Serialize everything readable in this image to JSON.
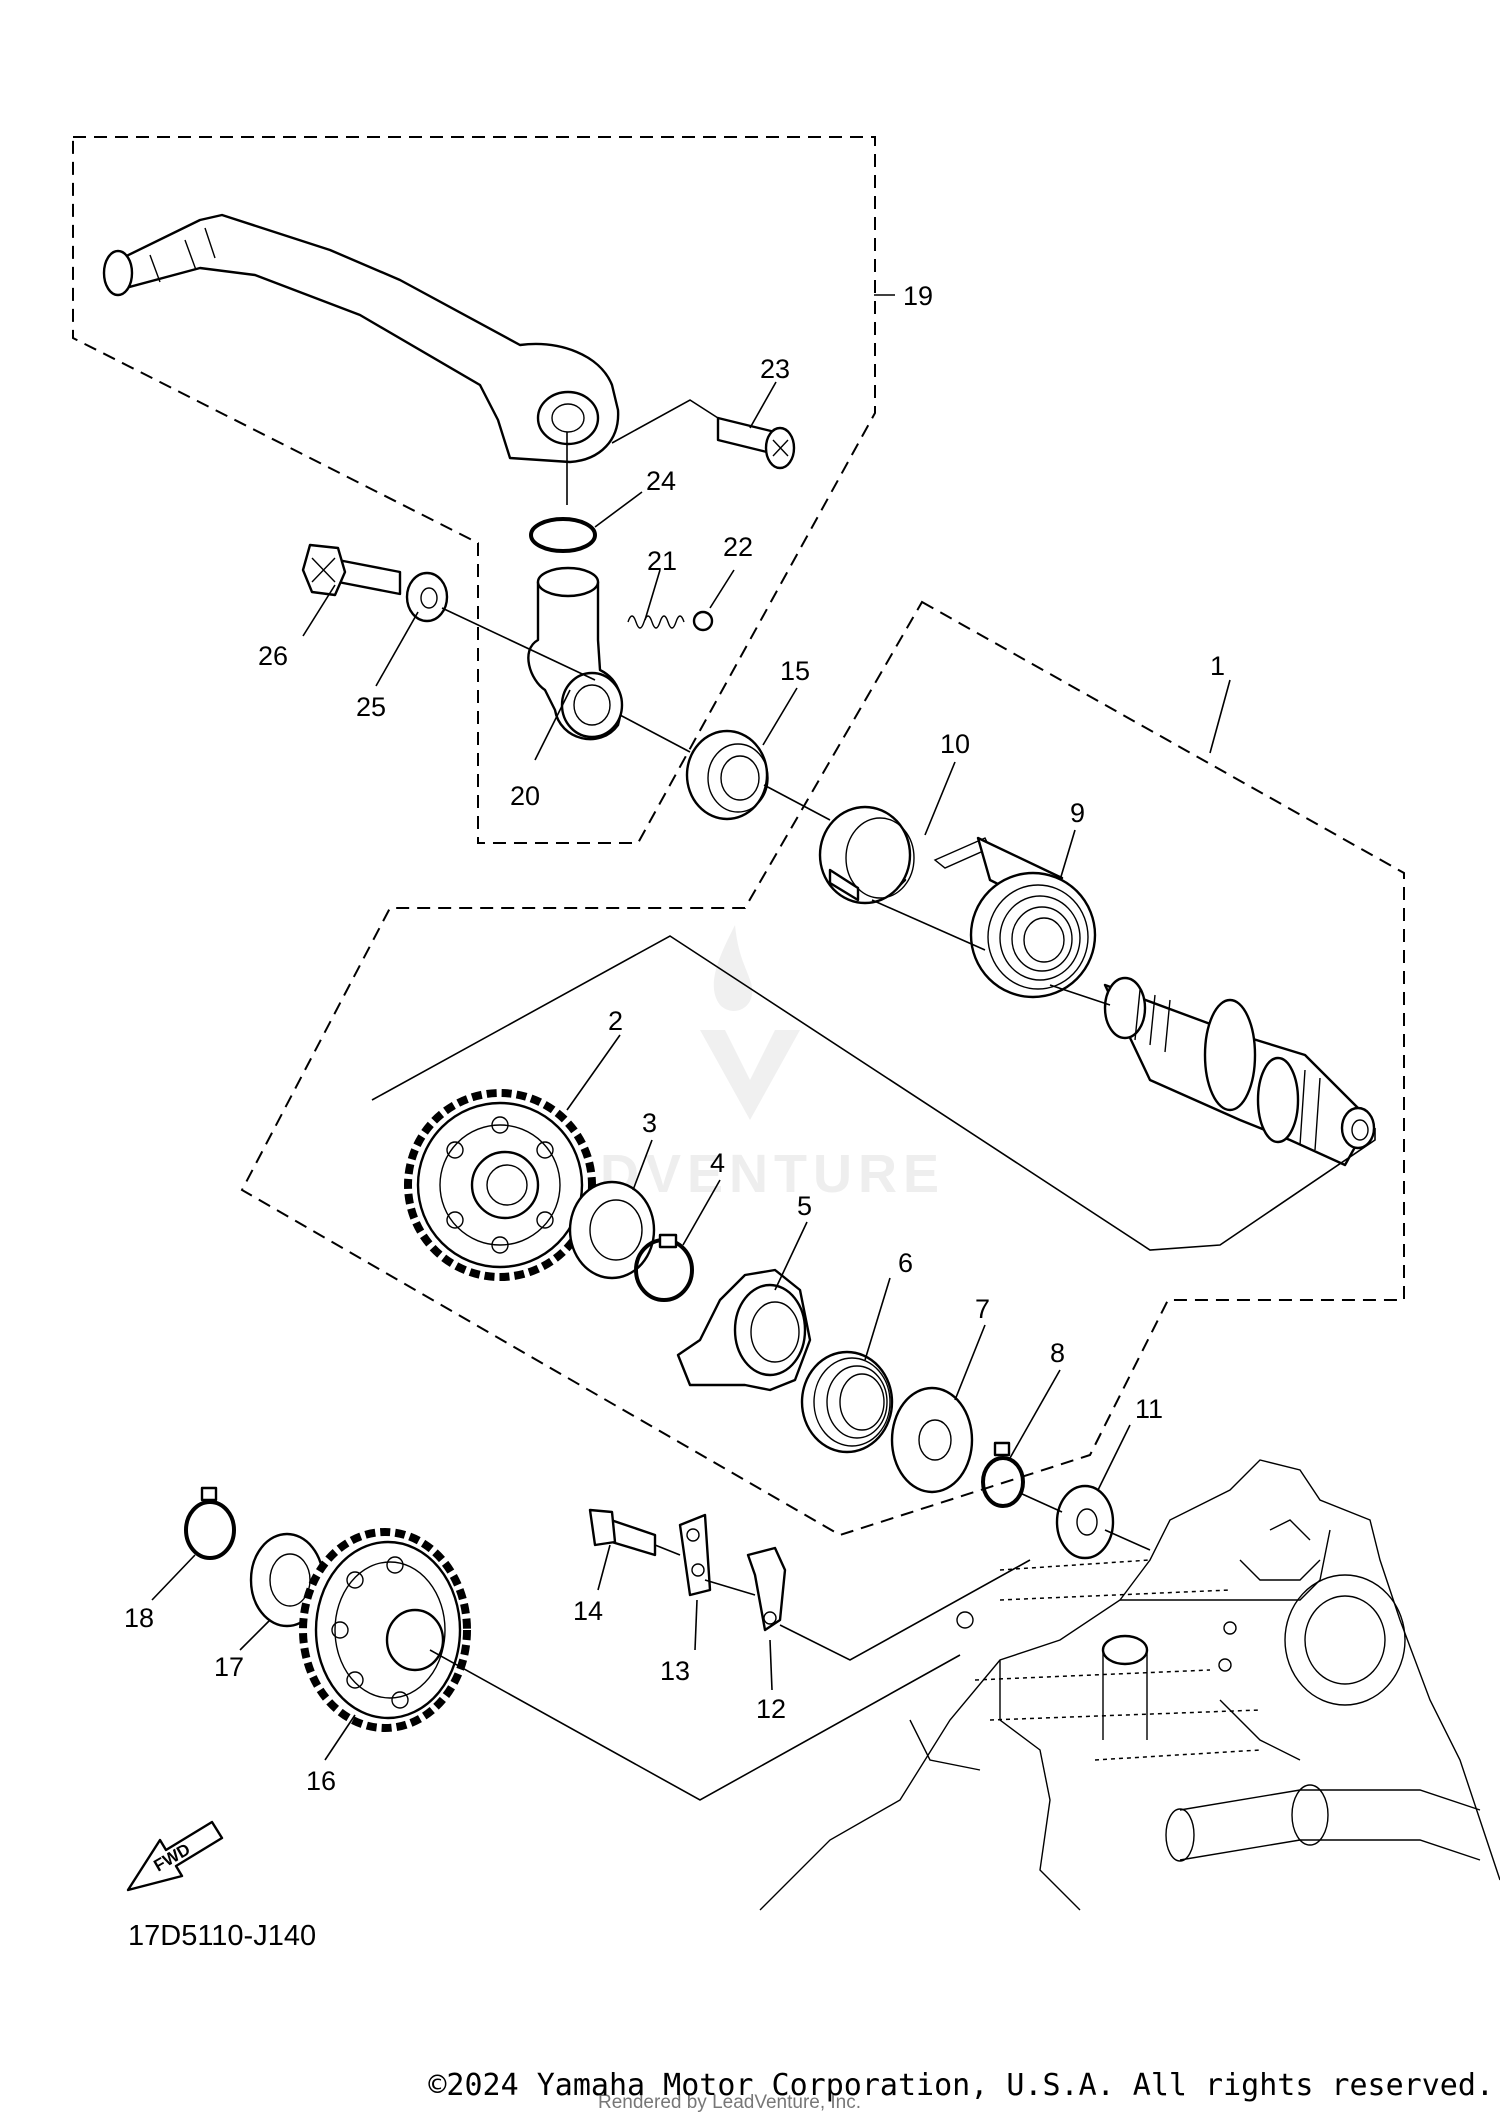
{
  "diagram": {
    "code": "17D5110-J140",
    "fwd_label": "FWD",
    "watermark_text": "ADVENTURE",
    "callouts": {
      "p1": "1",
      "p2": "2",
      "p3": "3",
      "p4": "4",
      "p5": "5",
      "p6": "6",
      "p7": "7",
      "p8": "8",
      "p9": "9",
      "p10": "10",
      "p11": "11",
      "p12": "12",
      "p13": "13",
      "p14": "14",
      "p15": "15",
      "p16": "16",
      "p17": "17",
      "p18": "18",
      "p19": "19",
      "p20": "20",
      "p21": "21",
      "p22": "22",
      "p23": "23",
      "p24": "24",
      "p25": "25",
      "p26": "26"
    }
  },
  "footer": {
    "copyright": "©2024 Yamaha Motor Corporation, U.S.A. All rights reserved.",
    "rendered_by": "Rendered by LeadVenture, Inc."
  }
}
